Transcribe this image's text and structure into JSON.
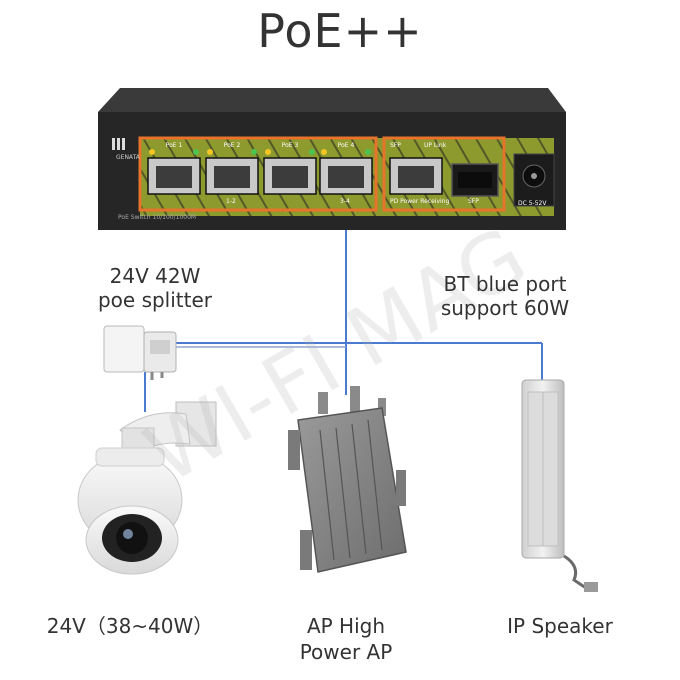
{
  "title": "PoE++",
  "switch": {
    "brand": "GENATA",
    "model_text": "PoE Switch   10/100/1000M",
    "ports": [
      "PoE 1",
      "PoE 2",
      "PoE 3",
      "PoE 4"
    ],
    "sfp_label": "SFP",
    "uplink_label": "UP Link",
    "pd_label": "PD Power Receiving",
    "sfp_port_label": "SFP",
    "group_label_a": "1-2",
    "group_label_b": "3-4",
    "dc_label": "DC 5-52V"
  },
  "labels": {
    "splitter_line1": "24V 42W",
    "splitter_line2": "poe splitter",
    "bt_line1": "BT blue port",
    "bt_line2": "support 60W",
    "camera": "24V（38~40W）",
    "ap_line1": "AP High",
    "ap_line2": "Power AP",
    "speaker": "IP Speaker"
  },
  "watermark": "WI-FI MAG",
  "colors": {
    "switch_body": "#2b2b2b",
    "panel_green": "#8c9a2e",
    "panel_orange": "#e8732a",
    "cable_blue": "#4a7bd0",
    "device_gray": "#8a8a8a"
  }
}
